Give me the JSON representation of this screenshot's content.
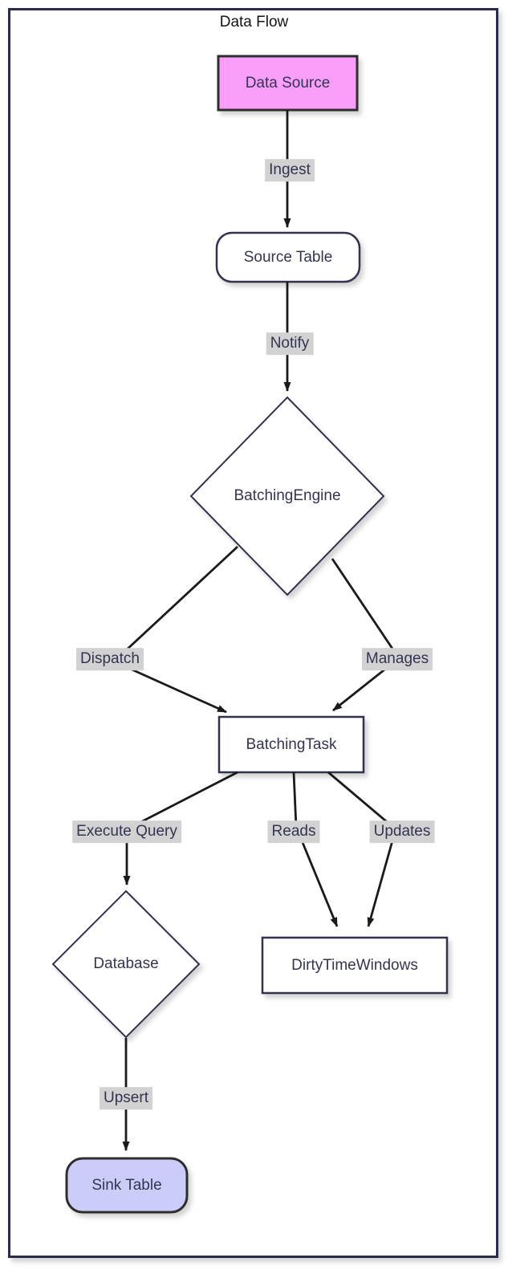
{
  "diagram": {
    "title": "Data Flow",
    "type": "flowchart"
  },
  "nodes": [
    {
      "id": "data-source",
      "label": "Data Source",
      "shape": "rectangle",
      "fill": "#f99ef9"
    },
    {
      "id": "source-table",
      "label": "Source Table",
      "shape": "rounded-rectangle",
      "fill": "#ffffff"
    },
    {
      "id": "batching-engine",
      "label": "BatchingEngine",
      "shape": "diamond",
      "fill": "#ffffff"
    },
    {
      "id": "batching-task",
      "label": "BatchingTask",
      "shape": "rectangle",
      "fill": "#ffffff"
    },
    {
      "id": "database",
      "label": "Database",
      "shape": "diamond",
      "fill": "#ffffff"
    },
    {
      "id": "dirty-time-windows",
      "label": "DirtyTimeWindows",
      "shape": "rectangle",
      "fill": "#ffffff"
    },
    {
      "id": "sink-table",
      "label": "Sink Table",
      "shape": "rounded-rectangle",
      "fill": "#ccccf8"
    }
  ],
  "edges": [
    {
      "from": "data-source",
      "to": "source-table",
      "label": "Ingest"
    },
    {
      "from": "source-table",
      "to": "batching-engine",
      "label": "Notify"
    },
    {
      "from": "batching-engine",
      "to": "batching-task",
      "label": "Dispatch"
    },
    {
      "from": "batching-engine",
      "to": "batching-task",
      "label": "Manages"
    },
    {
      "from": "batching-task",
      "to": "database",
      "label": "Execute Query"
    },
    {
      "from": "batching-task",
      "to": "dirty-time-windows",
      "label": "Reads"
    },
    {
      "from": "batching-task",
      "to": "dirty-time-windows",
      "label": "Updates"
    },
    {
      "from": "database",
      "to": "sink-table",
      "label": "Upsert"
    }
  ],
  "colors": {
    "frame_border": "#2b2b4a",
    "node_border": "#32324e",
    "accent_node_border": "#2e2e2e",
    "edge_stroke": "#1a1a1a",
    "edge_label_background": "#d2d2d2",
    "label_text": "#343452",
    "data_source_fill": "#f99ef9",
    "sink_table_fill": "#ccccf8"
  }
}
